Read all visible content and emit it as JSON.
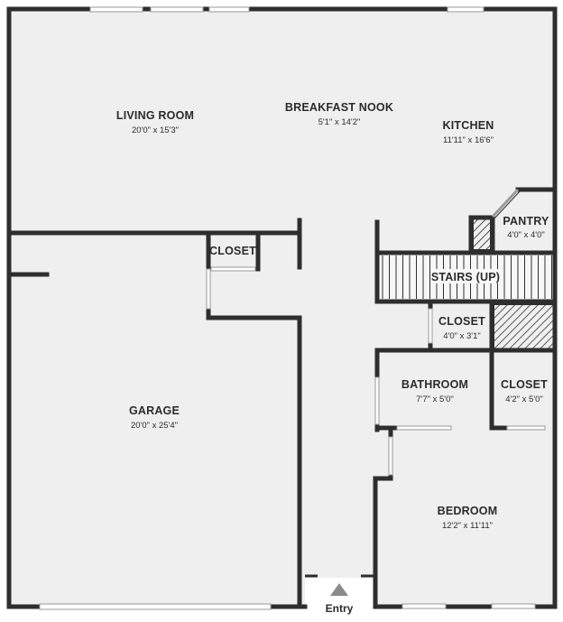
{
  "rooms": {
    "living_room": {
      "name": "LIVING ROOM",
      "dims": "20'0\" x 15'3\""
    },
    "breakfast_nook": {
      "name": "BREAKFAST NOOK",
      "dims": "5'1\" x 14'2\""
    },
    "kitchen": {
      "name": "KITCHEN",
      "dims": "11'11\" x 16'6\""
    },
    "pantry": {
      "name": "PANTRY",
      "dims": "4'0\" x 4'0\""
    },
    "closet_top": {
      "name": "CLOSET"
    },
    "stairs": {
      "name": "STAIRS (UP)"
    },
    "closet_mid": {
      "name": "CLOSET",
      "dims": "4'0\" x 3'1\""
    },
    "garage": {
      "name": "GARAGE",
      "dims": "20'0\" x 25'4\""
    },
    "bathroom": {
      "name": "BATHROOM",
      "dims": "7'7\" x 5'0\""
    },
    "closet_right": {
      "name": "CLOSET",
      "dims": "4'2\" x 5'0\""
    },
    "bedroom": {
      "name": "BEDROOM",
      "dims": "12'2\" x 11'11\""
    }
  },
  "entry": {
    "label": "Entry"
  },
  "colors": {
    "wall": "#2e2e2e",
    "floor": "#efefef",
    "text": "#2b2b2b"
  }
}
